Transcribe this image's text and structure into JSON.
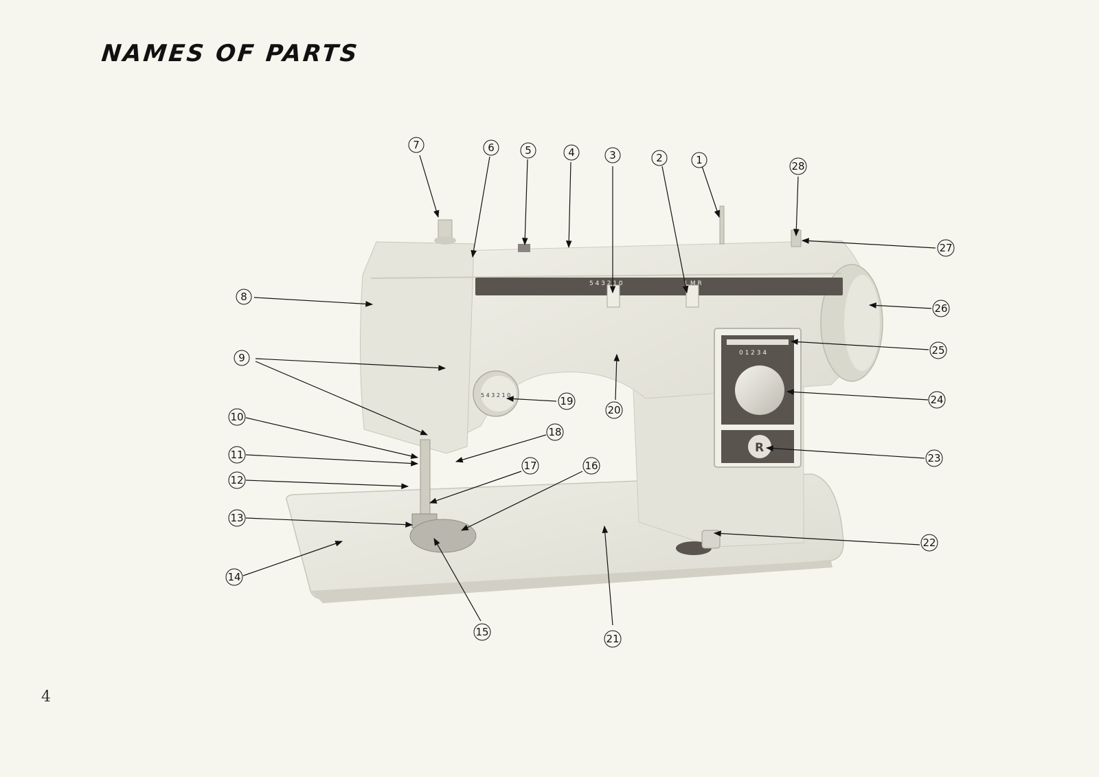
{
  "page": {
    "title": "NAMES OF PARTS",
    "page_number": "4"
  },
  "machine": {
    "stitch_width_scale": "5 4 3 2 1 0",
    "needle_position_scale": "L M R",
    "stitch_length_scale": "0 1 2 3 4",
    "stitch_length_dial_digits": "5 4 3 2 1 0",
    "reverse_button_label": "R"
  },
  "callouts": [
    {
      "n": "1"
    },
    {
      "n": "2"
    },
    {
      "n": "3"
    },
    {
      "n": "4"
    },
    {
      "n": "5"
    },
    {
      "n": "6"
    },
    {
      "n": "7"
    },
    {
      "n": "8"
    },
    {
      "n": "9"
    },
    {
      "n": "10"
    },
    {
      "n": "11"
    },
    {
      "n": "12"
    },
    {
      "n": "13"
    },
    {
      "n": "14"
    },
    {
      "n": "15"
    },
    {
      "n": "16"
    },
    {
      "n": "17"
    },
    {
      "n": "18"
    },
    {
      "n": "19"
    },
    {
      "n": "20"
    },
    {
      "n": "21"
    },
    {
      "n": "22"
    },
    {
      "n": "23"
    },
    {
      "n": "24"
    },
    {
      "n": "25"
    },
    {
      "n": "26"
    },
    {
      "n": "27"
    },
    {
      "n": "28"
    }
  ],
  "colors": {
    "paper": "#f7f6ee",
    "machine_body": "#e9e8de",
    "machine_shadow": "#cfcdc2",
    "dark_panel": "#58524e",
    "ink": "#111111"
  }
}
